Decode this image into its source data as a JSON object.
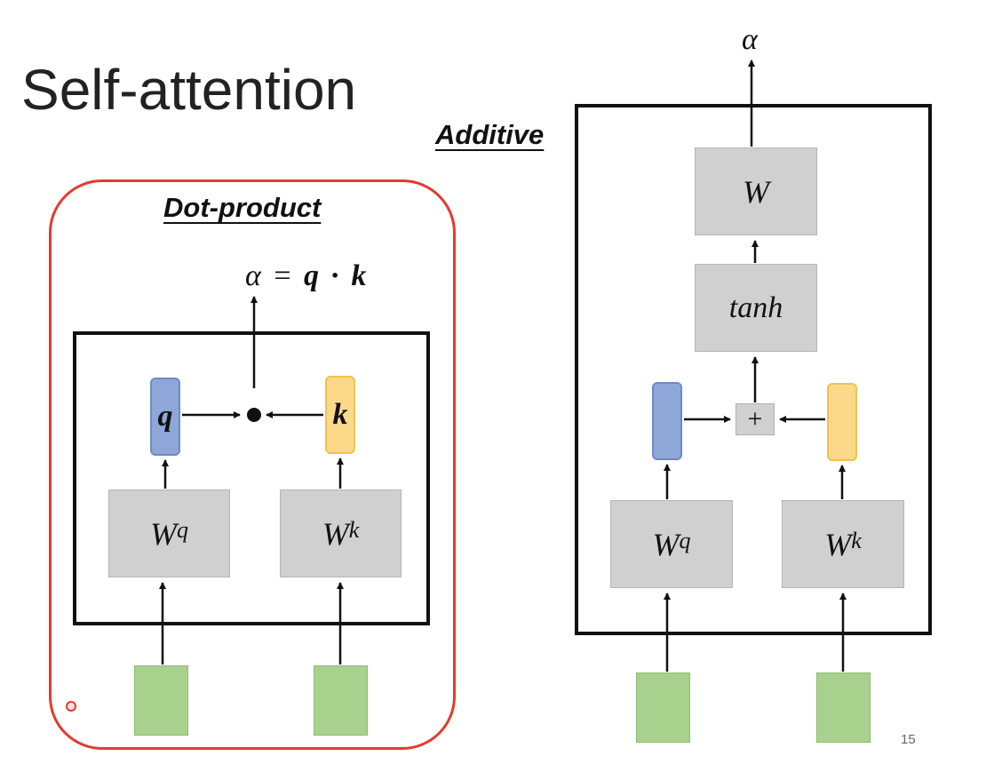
{
  "slide": {
    "title": "Self-attention",
    "page_number": "15"
  },
  "dot_product": {
    "label": "Dot-product",
    "formula_alpha": "α",
    "formula_eq": "=",
    "formula_q": "q",
    "formula_dot": "·",
    "formula_k": "k",
    "vec_q": "q",
    "vec_k": "k",
    "wq_base": "W",
    "wq_sup": "q",
    "wk_base": "W",
    "wk_sup": "k",
    "highlight_color": "#e63a2e"
  },
  "additive": {
    "label": "Additive",
    "output": "α",
    "w_label": "W",
    "tanh_label": "tanh",
    "plus": "+",
    "wq_base": "W",
    "wq_sup": "q",
    "wk_base": "W",
    "wk_sup": "k"
  },
  "colors": {
    "query": "#8fa7d8",
    "key": "#fcd98a",
    "input": "#a9d18e",
    "weight": "#d0d0d0"
  }
}
